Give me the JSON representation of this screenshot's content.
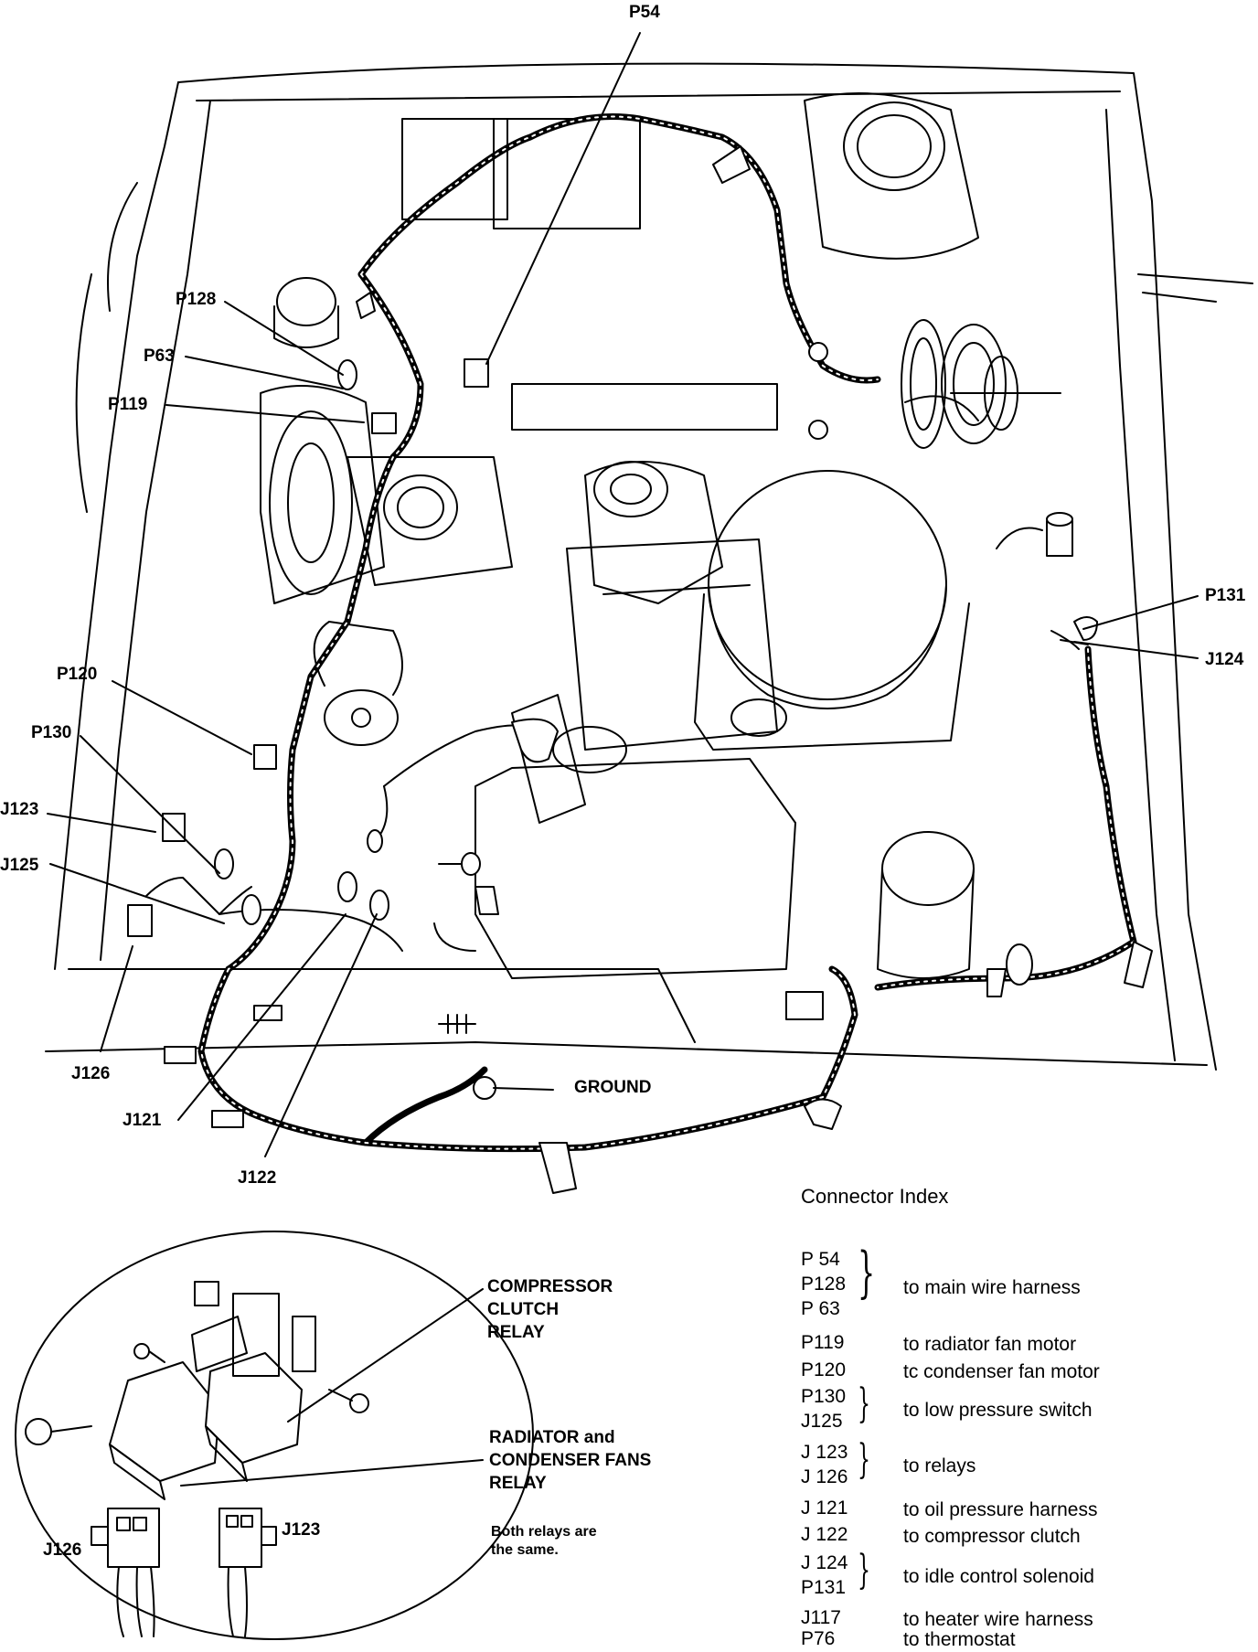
{
  "callouts": {
    "p54": "P54",
    "p128": "P128",
    "p63": "P63",
    "p119": "P119",
    "p120": "P120",
    "p130": "P130",
    "j123": "J123",
    "j125": "J125",
    "j126": "J126",
    "j121": "J121",
    "j122": "J122",
    "ground": "GROUND",
    "p131": "P131",
    "j124": "J124"
  },
  "relay_inset": {
    "compressor_relay": "COMPRESSOR\nCLUTCH\nRELAY",
    "fans_relay": "RADIATOR and\nCONDENSER FANS\nRELAY",
    "note": "Both relays are\nthe same.",
    "j126": "J126",
    "j123": "J123"
  },
  "connector_index": {
    "title": "Connector Index",
    "groups": [
      {
        "codes": [
          "P  54",
          "P128",
          "P  63"
        ],
        "desc": "to main wire harness",
        "bracketed": true
      },
      {
        "codes": [
          "P119"
        ],
        "desc": "to radiator fan motor",
        "bracketed": false
      },
      {
        "codes": [
          "P120"
        ],
        "desc": "tc condenser fan motor",
        "bracketed": false
      },
      {
        "codes": [
          "P130",
          "J125"
        ],
        "desc": "to low pressure switch",
        "bracketed": true
      },
      {
        "codes": [
          "J 123",
          "J 126"
        ],
        "desc": "to relays",
        "bracketed": true
      },
      {
        "codes": [
          "J 121"
        ],
        "desc": "to oil pressure harness",
        "bracketed": false
      },
      {
        "codes": [
          "J 122"
        ],
        "desc": "to compressor clutch",
        "bracketed": false
      },
      {
        "codes": [
          "J 124",
          "P131"
        ],
        "desc": "to idle control solenoid",
        "bracketed": true
      },
      {
        "codes": [
          "J117"
        ],
        "desc": "to heater wire harness",
        "bracketed": false
      },
      {
        "codes": [
          "P76"
        ],
        "desc": "to thermostat",
        "bracketed": false
      }
    ]
  }
}
